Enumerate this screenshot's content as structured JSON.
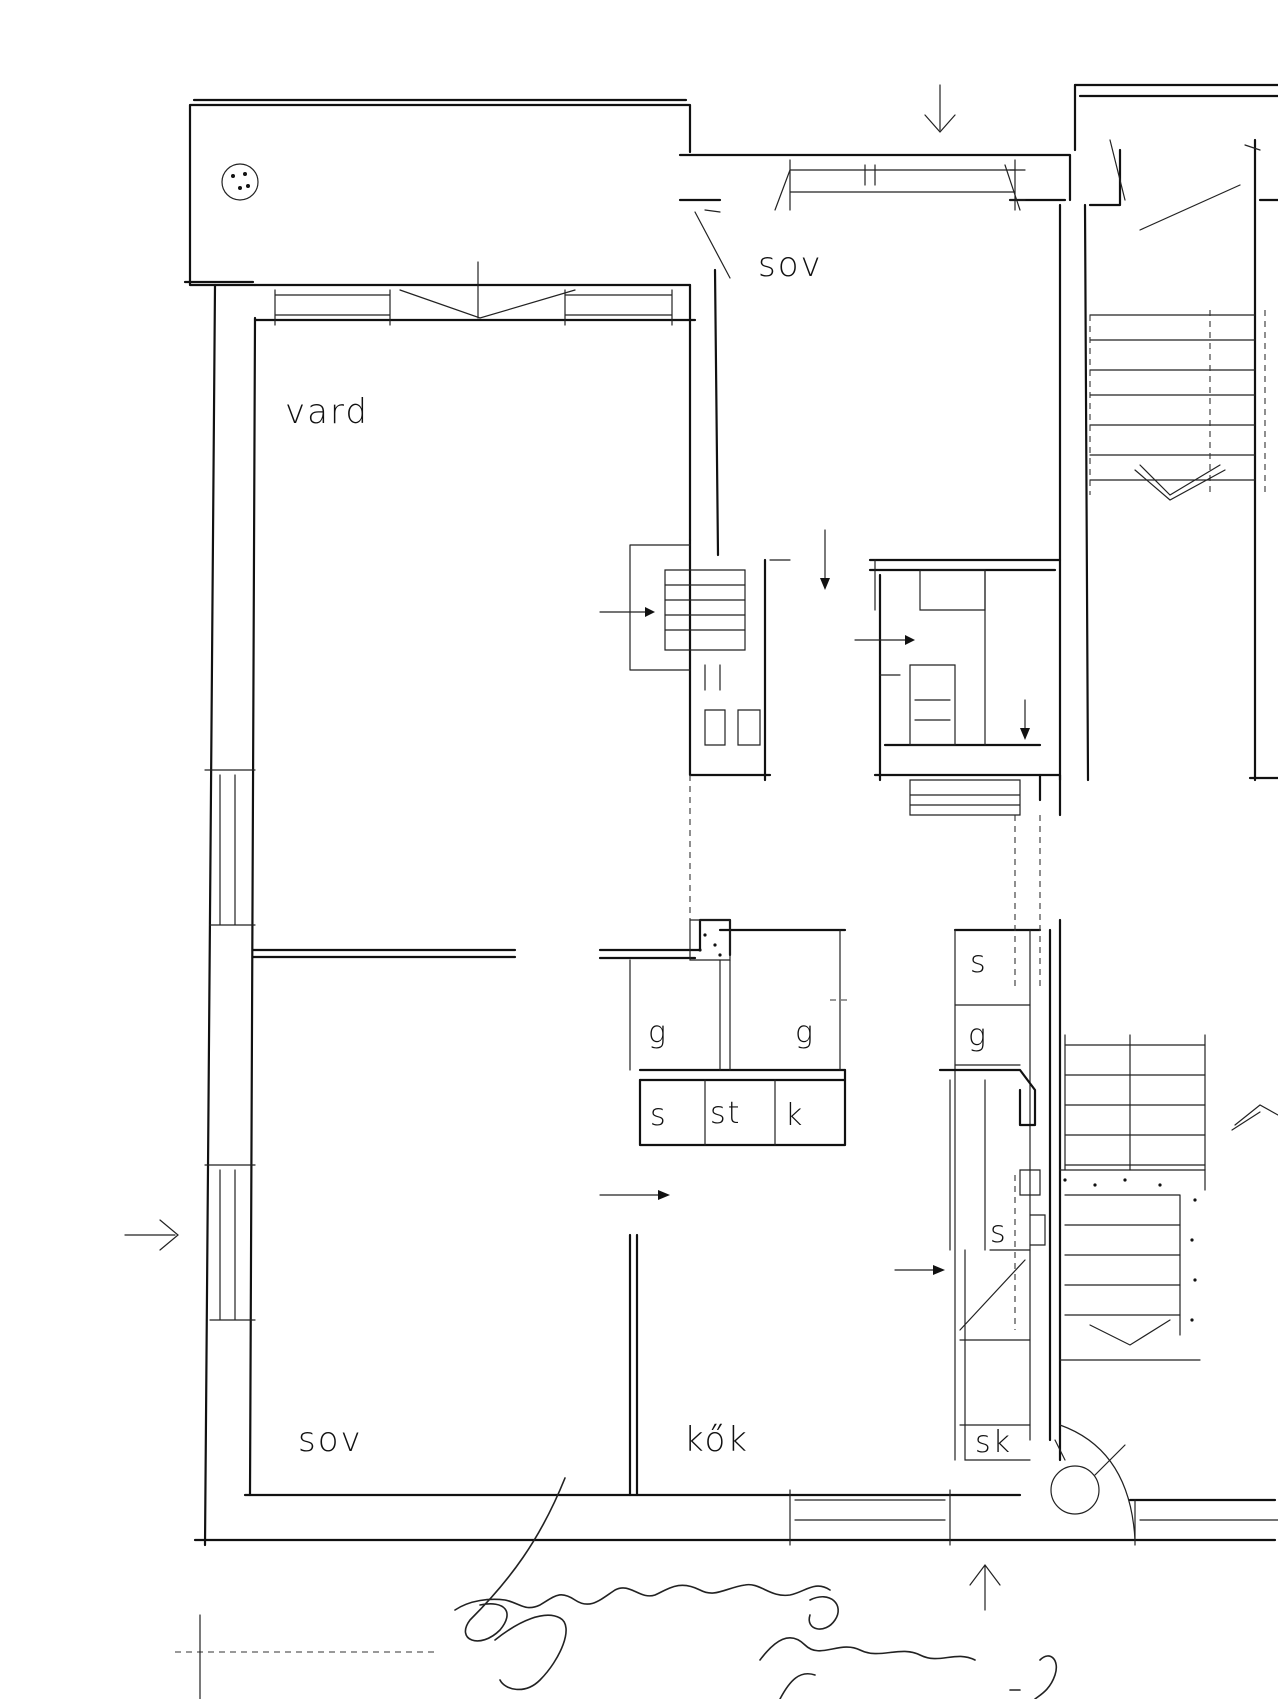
{
  "rooms": {
    "sov_top": "sov",
    "vard": "vard",
    "sov_bottom": "sov",
    "kok": "kők"
  },
  "fixtures": {
    "g_left": "g",
    "g_mid": "g",
    "s_stove_row": "s",
    "st": "st",
    "k": "k",
    "s_right_top": "s",
    "g_right": "g",
    "s_right_mid": "s",
    "sk": "sk"
  },
  "icons": [
    "entrance-arrow",
    "stair",
    "door-swing",
    "round-chimney",
    "signature"
  ]
}
